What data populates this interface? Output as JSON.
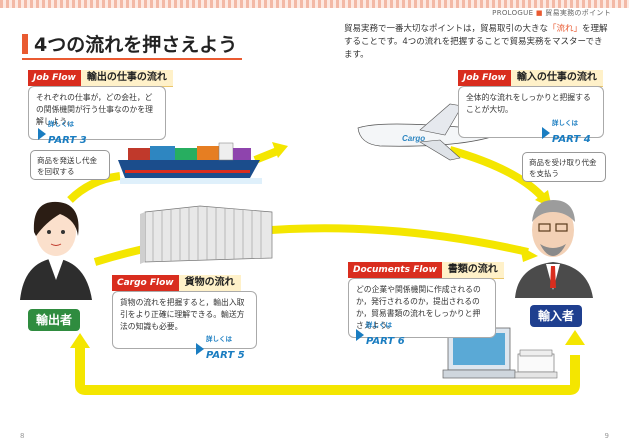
{
  "header": {
    "series": "PROLOGUE",
    "subtitle": "貿易実務のポイント"
  },
  "title": "4つの流れを押さえよう",
  "intro": {
    "pre": "貿易実務で一番大切なポイントは，貿易取引の大きな",
    "highlight": "「流れ」",
    "post": "を理解することです。4つの流れを把握することで貿易実務をマスターできます。"
  },
  "flows": {
    "job_export": {
      "tag": "Job Flow",
      "title": "輸出の仕事の流れ",
      "text": "それぞれの仕事が，どの会社，どの関係機関が行う仕事なのかを理解しよう。",
      "ref_small": "詳しくは",
      "ref_part": "PART 3"
    },
    "job_import": {
      "tag": "Job Flow",
      "title": "輸入の仕事の流れ",
      "text": "全体的な流れをしっかりと把握することが大切。",
      "ref_small": "詳しくは",
      "ref_part": "PART 4"
    },
    "cargo": {
      "tag": "Cargo Flow",
      "title": "貨物の流れ",
      "text": "貨物の流れを把握すると，輸出入取引をより正確に理解できる。輸送方法の知識も必要。",
      "ref_small": "詳しくは",
      "ref_part": "PART 5"
    },
    "documents": {
      "tag": "Documents Flow",
      "title": "書類の流れ",
      "text": "どの企業や関係機関に作成されるのか，発行されるのか，提出されるのか，貿易書類の流れをしっかりと押さえよう。",
      "ref_small": "詳しくは",
      "ref_part": "PART 6"
    }
  },
  "bubbles": {
    "exporter": "商品を発送し代金を回収する",
    "importer": "商品を受け取り代金を支払う"
  },
  "roles": {
    "exporter": "輸出者",
    "importer": "輸入者"
  },
  "plane_label": "Cargo",
  "page_numbers": {
    "left": "8",
    "right": "9"
  },
  "colors": {
    "accent": "#e95a31",
    "flow_tag": "#d92d1e",
    "exporter": "#2f8c3f",
    "importer": "#1f3f8f",
    "arrow": "#f4e600",
    "link": "#1a7dc1"
  }
}
